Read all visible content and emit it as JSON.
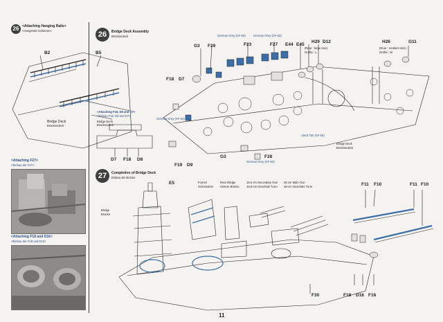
{
  "page_number": "11",
  "colors": {
    "line": "#1f1f1f",
    "blue_part": "#3c6fa8",
    "photo": "#8e8e8a",
    "step_circle": "#3f3f3f"
  },
  "sub_steps": [
    {
      "number": "26",
      "title": "<Attaching Hanging Rails>",
      "subtitle": "<Hangende Schienen>"
    },
    {
      "title": "<Attaching F27>",
      "subtitle": "<Einbau der F27>"
    },
    {
      "title": "<Attaching F18 and D16>",
      "subtitle": "<Einbau der F18 und D16>"
    }
  ],
  "rails": {
    "parts": [
      "B2",
      "B5"
    ],
    "note1": "<Attaching F18, D8 and D7>",
    "note2": "<Einbau F18, D8 und D7>",
    "deck_label": "Bridge Deck",
    "deck_label_de": "Brückendeck",
    "small_deck_label": "Bridge Deck",
    "small_deck_label_de": "Brückendeck",
    "inset_parts": [
      "D7",
      "F18",
      "D8"
    ]
  },
  "step26": {
    "number": "26",
    "title": "Bridge Deck Assembly",
    "subtitle": "Brückendeck",
    "paint_notes": [
      {
        "text": "German Grey (XF-63)"
      },
      {
        "text": "German Grey (XF-63)"
      },
      {
        "text": "German Grey (XF-63)"
      },
      {
        "text": "German Grey (XF-63)"
      }
    ],
    "parts": [
      "G3",
      "F29",
      "F23",
      "F27",
      "E44",
      "E45",
      "H29",
      "D12",
      "H26",
      "G11",
      "F18",
      "D7",
      "F19",
      "D9",
      "G3",
      "F28"
    ],
    "h29_note": "(Rear : large size)",
    "h29_note2": "Größe : L",
    "h26_note": "(Rear : medium size)",
    "h26_note2": "Größe : M",
    "deck_tan_note": "Deck Tan (XF-55)",
    "deck_label": "Bridge Deck",
    "deck_label_de": "Brückendeck"
  },
  "step27": {
    "number": "27",
    "title": "Completion of Bridge Deck",
    "subtitle": "Einbau der Brücke",
    "labels": [
      {
        "text": "E5"
      },
      {
        "text": "Bridge",
        "sub": "Brücke"
      },
      {
        "text": "Funnel",
        "sub": "Schornstein"
      },
      {
        "text": "Rear Bridge",
        "sub": "Hintere Brücke"
      },
      {
        "text": "15.5 cm Secondary Gun",
        "sub": "15,5-cm Geschütz Turm"
      },
      {
        "text": "46 cm Main Gun",
        "sub": "46-cm Geschütz Turm"
      }
    ],
    "parts_right": [
      "F11",
      "F10",
      "F11",
      "F10"
    ],
    "parts_bottom": [
      "F30",
      "F18",
      "D16",
      "F16"
    ]
  }
}
